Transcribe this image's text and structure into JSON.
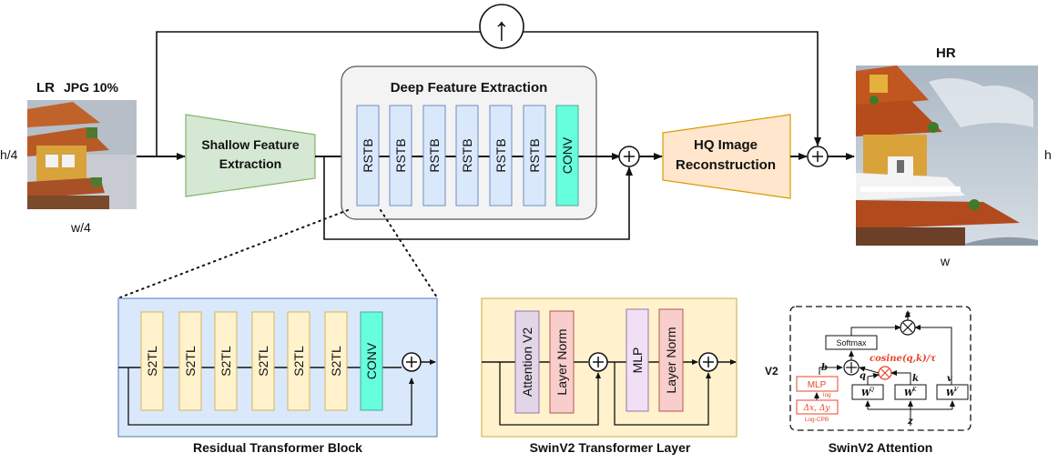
{
  "top": {
    "lr_label": "LR",
    "jpg_label": "JPG 10%",
    "h4": "h/4",
    "w4": "w/4",
    "hr_label": "HR",
    "h": "h",
    "w": "w",
    "upsample_symbol": "↑"
  },
  "pipeline": {
    "shallow": [
      "Shallow Feature",
      "Extraction"
    ],
    "deep_title": "Deep Feature Extraction",
    "rstb": [
      "RSTB",
      "RSTB",
      "RSTB",
      "RSTB",
      "RSTB",
      "RSTB"
    ],
    "conv": "CONV",
    "hq": [
      "HQ Image",
      "Reconstruction"
    ]
  },
  "rtb": {
    "s2tl": [
      "S2TL",
      "S2TL",
      "S2TL",
      "S2TL",
      "S2TL",
      "S2TL"
    ],
    "conv": "CONV",
    "caption": "Residual Transformer Block"
  },
  "swinv2_layer": {
    "attn": "Attention V2",
    "ln1": "Layer Norm",
    "mlp": "MLP",
    "ln2": "Layer Norm",
    "caption": "SwinV2 Transformer Layer"
  },
  "swinv2_attn": {
    "v2": "V2",
    "softmax": "Softmax",
    "cosine": "cosine(q,k)/τ",
    "b": "b",
    "q": "q",
    "k": "k",
    "v": "v",
    "z_top": "z",
    "z_bottom": "z",
    "mlp": "MLP",
    "log": "log",
    "delta": "Δx, Δy",
    "logcpb": "Log-CPB",
    "wq": "W",
    "wq_sup": "Q",
    "wk": "W",
    "wk_sup": "K",
    "wv": "W",
    "wv_sup": "V",
    "caption": "SwinV2 Attention"
  },
  "colors": {
    "shallow": "#d5e8d4",
    "shallow_border": "#82b366",
    "hq": "#ffe6cc",
    "hq_border": "#d79b00",
    "rstb": "#dae8fc",
    "rstb_border": "#6c8ebf",
    "conv": "#66ffdd",
    "rtb_bg": "#dae8fc",
    "s2tl": "#fff2cc",
    "s2tl_border": "#d6b656",
    "layer_bg": "#fff2cc",
    "attn": "#e1d5e7",
    "attn_border": "#9673a6",
    "ln": "#f8cecc",
    "ln_border": "#b85450",
    "red": "#e8452a"
  }
}
